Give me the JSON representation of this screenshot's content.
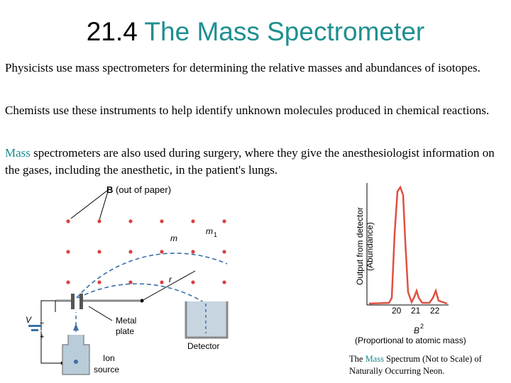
{
  "slide": {
    "title_number": "21.4",
    "title_text": "The Mass Spectrometer",
    "paragraphs": {
      "p1": "Physicists use mass spectrometers for determining the relative masses and abundances of isotopes.",
      "p2": "Chemists use these instruments to help identify unknown molecules produced in chemical reactions.",
      "p3_highlight": "Mass",
      "p3_rest": " spectrometers are also used during surgery, where they give the anesthesiologist information on the gases, including the anesthetic, in the patient's lungs."
    }
  },
  "diagram": {
    "field_label_b": "B",
    "field_label": "(out of paper)",
    "label_m": "m",
    "label_m1": "m",
    "label_m1_sub": "1",
    "label_r": "r",
    "label_v": "V",
    "label_minus": "−",
    "label_plus": "+",
    "label_metal": "Metal",
    "label_plate": "plate",
    "label_ion": "Ion",
    "label_source": "source",
    "label_detector": "Detector"
  },
  "spectrum": {
    "ylabel_1": "Output from detector",
    "ylabel_2": "(Abundance)",
    "ticks": [
      "20",
      "21",
      "22"
    ],
    "xlabel_pre": "(Proportional to atomic mass)",
    "b2_label": "B",
    "b2_sup": "2",
    "caption_pre": "The ",
    "caption_highlight": "Mass",
    "caption_post": " Spectrum (Not to Scale) of Naturally Occurring Neon."
  },
  "colors": {
    "title_accent": "#1f8f8f",
    "dot": "#d94040",
    "beam": "#3a6fa8",
    "peak": "#e05040"
  }
}
